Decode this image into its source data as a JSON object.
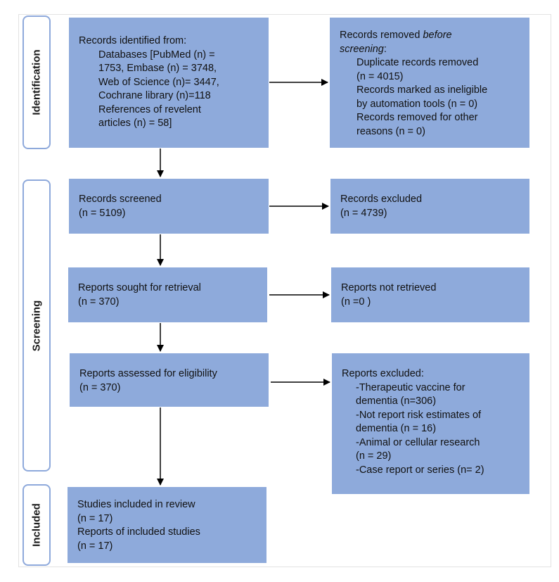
{
  "stages": {
    "identification": "Identification",
    "screening": "Screening",
    "included": "Included"
  },
  "boxes": {
    "identified": {
      "head": "Records identified from:",
      "lines": [
        "Databases [PubMed (n) =",
        "1753, Embase (n) = 3748,",
        "Web of Science (n)= 3447,",
        "Cochrane library (n)=118",
        "References of revelent",
        "articles (n) = 58]"
      ]
    },
    "removed": {
      "head_a": "Records removed ",
      "head_b": "before",
      "head_c": "screening",
      "head_d": ":",
      "lines": [
        "Duplicate records removed",
        "(n = 4015)",
        "Records marked as ineligible",
        "by automation tools (n = 0)",
        "Records removed for other",
        "reasons (n = 0)"
      ]
    },
    "screened": {
      "line1": "Records screened",
      "line2": "(n = 5109)"
    },
    "excluded": {
      "line1": "Records excluded",
      "line2": "(n = 4739)"
    },
    "sought": {
      "line1": "Reports sought for retrieval",
      "line2": "(n = 370)"
    },
    "not_retrieved": {
      "line1": "Reports not retrieved",
      "line2": "(n =0 )"
    },
    "assessed": {
      "line1": "Reports assessed for eligibility",
      "line2": "(n = 370)"
    },
    "reports_excluded": {
      "head": "Reports excluded:",
      "lines": [
        "-Therapeutic vaccine for",
        "dementia (n=306)",
        "-Not report risk estimates of",
        "dementia (n = 16)",
        "-Animal or cellular research",
        "(n = 29)",
        "-Case report or series (n= 2)"
      ]
    },
    "included": {
      "lines": [
        "Studies included in review",
        "(n = 17)",
        "Reports of included studies",
        "(n = 17)"
      ]
    }
  },
  "colors": {
    "box_fill": "#8eaadb",
    "stage_border": "#8ea9db",
    "arrow": "#000000"
  }
}
